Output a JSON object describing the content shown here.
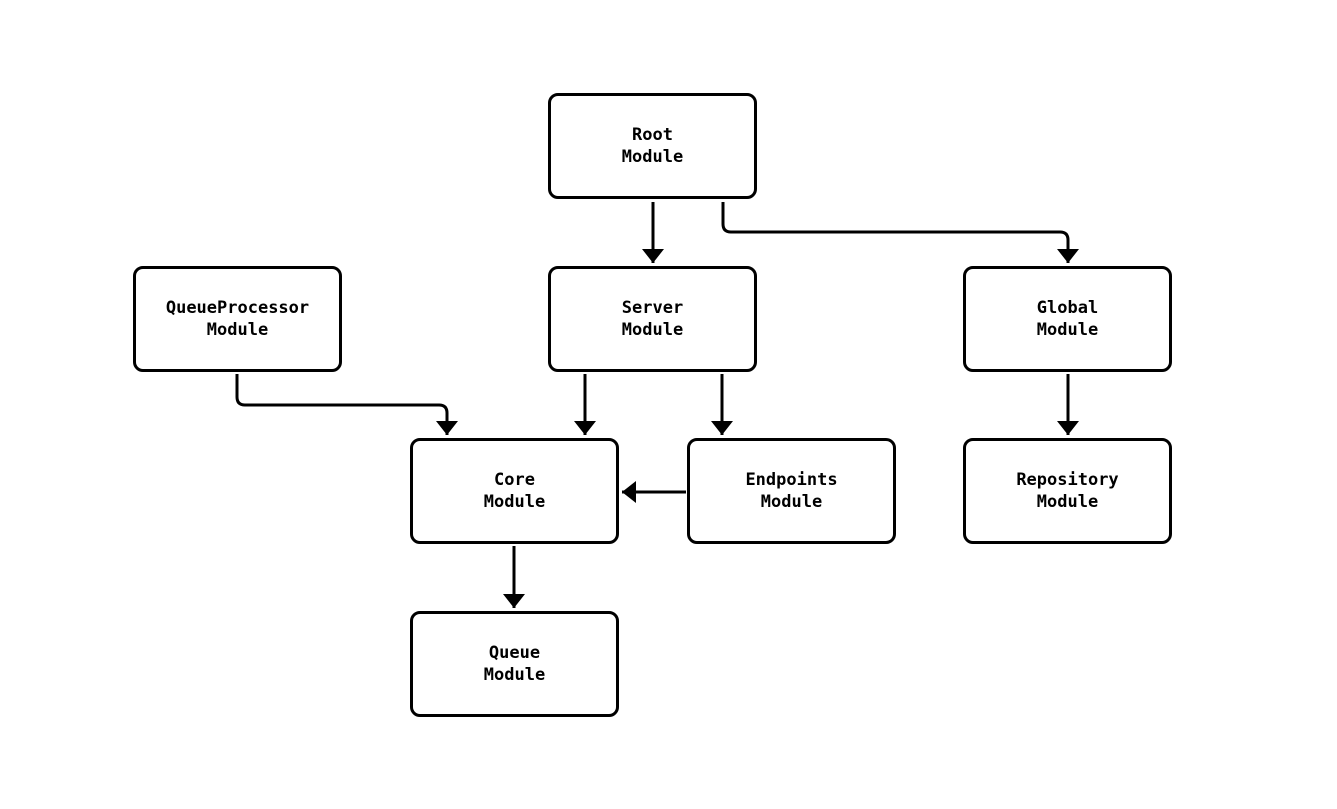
{
  "diagram": {
    "background_color": "#ffffff",
    "node_fill_color": "#ffffff",
    "node_border_color": "#000000",
    "edge_color": "#000000",
    "text_color": "#000000",
    "nodes": [
      {
        "id": "root",
        "label": "Root\nModule"
      },
      {
        "id": "queueprocessor",
        "label": "QueueProcessor\nModule"
      },
      {
        "id": "server",
        "label": "Server\nModule"
      },
      {
        "id": "global",
        "label": "Global\nModule"
      },
      {
        "id": "core",
        "label": "Core\nModule"
      },
      {
        "id": "endpoints",
        "label": "Endpoints\nModule"
      },
      {
        "id": "repository",
        "label": "Repository\nModule"
      },
      {
        "id": "queue",
        "label": "Queue\nModule"
      }
    ],
    "edges": [
      {
        "from": "Root Module",
        "to": "Server Module"
      },
      {
        "from": "Root Module",
        "to": "Global Module"
      },
      {
        "from": "QueueProcessor Module",
        "to": "Core Module"
      },
      {
        "from": "Server Module",
        "to": "Core Module"
      },
      {
        "from": "Server Module",
        "to": "Endpoints Module"
      },
      {
        "from": "Endpoints Module",
        "to": "Core Module"
      },
      {
        "from": "Global Module",
        "to": "Repository Module"
      },
      {
        "from": "Core Module",
        "to": "Queue Module"
      }
    ]
  }
}
